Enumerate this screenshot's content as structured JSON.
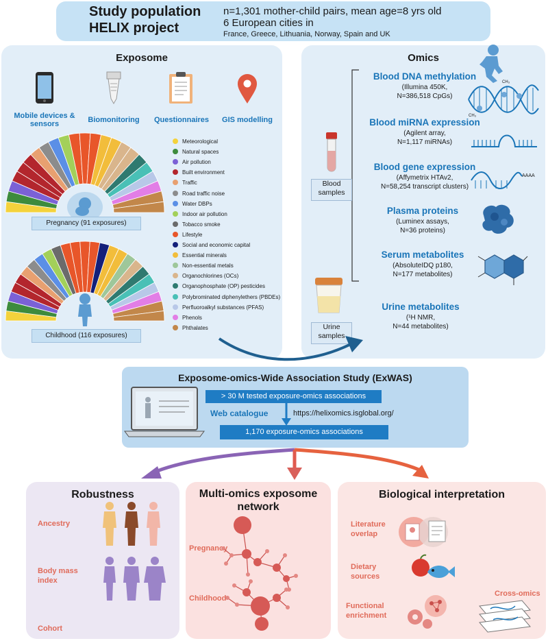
{
  "study": {
    "title1": "Study population",
    "title2": "HELIX project",
    "line1": "n=1,301 mother-child pairs, mean age=8 yrs old",
    "line2": "6 European cities in",
    "line3": "France, Greece, Lithuania, Norway, Spain and UK"
  },
  "exposome": {
    "title": "Exposome",
    "sources": [
      {
        "label": "Mobile devices & sensors",
        "icon": "smartphone-icon"
      },
      {
        "label": "Biomonitoring",
        "icon": "sample-tube-icon"
      },
      {
        "label": "Questionnaires",
        "icon": "clipboard-icon"
      },
      {
        "label": "GIS modelling",
        "icon": "map-pin-icon"
      }
    ],
    "pregnancy_caption": "Pregnancy (91 exposures)",
    "childhood_caption": "Childhood (116 exposures)",
    "legend": [
      {
        "label": "Meteorological",
        "color": "#f4d23c"
      },
      {
        "label": "Natural spaces",
        "color": "#3d8b3d"
      },
      {
        "label": "Air pollution",
        "color": "#7b61d6"
      },
      {
        "label": "Built environment",
        "color": "#b3262d"
      },
      {
        "label": "Traffic",
        "color": "#e8a070"
      },
      {
        "label": "Road traffic noise",
        "color": "#8c8c8c"
      },
      {
        "label": "Water DBPs",
        "color": "#5b8fe6"
      },
      {
        "label": "Indoor air pollution",
        "color": "#a3d05a"
      },
      {
        "label": "Tobacco smoke",
        "color": "#6b6b6b"
      },
      {
        "label": "Lifestyle",
        "color": "#e8562a"
      },
      {
        "label": "Social and economic capital",
        "color": "#14207a"
      },
      {
        "label": "Essential minerals",
        "color": "#f2bd3b"
      },
      {
        "label": "Non-essential metals",
        "color": "#9ec79a"
      },
      {
        "label": "Organochlorines (OCs)",
        "color": "#d9b58c"
      },
      {
        "label": "Organophosphate (OP) pesticides",
        "color": "#2f7a70"
      },
      {
        "label": "Polybrominated diphenylethers (PBDEs)",
        "color": "#49c0b6"
      },
      {
        "label": "Perfluoroalkyl substances (PFAS)",
        "color": "#b8c8e8"
      },
      {
        "label": "Phenols",
        "color": "#e27ee6"
      },
      {
        "label": "Phthalates",
        "color": "#c2874a"
      }
    ]
  },
  "omics": {
    "title": "Omics",
    "items": [
      {
        "title": "Blood DNA methylation",
        "sub1": "(Illumina 450K,",
        "sub2": "N=386,518 CpGs)"
      },
      {
        "title": "Blood miRNA expression",
        "sub1": "(Agilent array,",
        "sub2": "N=1,117 miRNAs)"
      },
      {
        "title": "Blood gene expression",
        "sub1": "(Affymetrix HTAv2,",
        "sub2": "N=58,254 transcript clusters)"
      },
      {
        "title": "Plasma proteins",
        "sub1": "(Luminex assays,",
        "sub2": "N=36 proteins)"
      },
      {
        "title": "Serum metabolites",
        "sub1": "(AbsoluteIDQ p180,",
        "sub2": "N=177 metabolites)"
      },
      {
        "title": "Urine metabolites",
        "sub1": "(¹H NMR,",
        "sub2": "N=44 metabolites)"
      }
    ],
    "blood_samples": "Blood samples",
    "urine_samples": "Urine samples",
    "ch3_label": "CH₃",
    "aaaa_label": "AAAA"
  },
  "exwas": {
    "title": "Exposome-omics-Wide Association Study (ExWAS)",
    "tested": "> 30 M tested exposure-omics associations",
    "web_catalogue": "Web catalogue",
    "url": "https://helixomics.isglobal.org/",
    "result": "1,170 exposure-omics associations"
  },
  "robustness": {
    "title": "Robustness",
    "labels": [
      "Ancestry",
      "Body mass index",
      "Cohort"
    ]
  },
  "network": {
    "title": "Multi-omics exposome network",
    "labels": [
      "Pregnancy",
      "Childhood"
    ]
  },
  "bio": {
    "title": "Biological interpretation",
    "labels": [
      "Literature overlap",
      "Dietary sources",
      "Functional enrichment",
      "Cross-omics"
    ]
  },
  "colors": {
    "accent_blue": "#1a75b8",
    "panel_blue": "#e2eef8",
    "exwas_box": "#1f7cc4",
    "robust_bg": "#ece7f3",
    "network_bg": "#fbe1e0",
    "bio_bg": "#fbe6e4",
    "red_label": "#e06b5a",
    "arrow_purple": "#8a64b5",
    "arrow_red": "#e05a4f"
  }
}
